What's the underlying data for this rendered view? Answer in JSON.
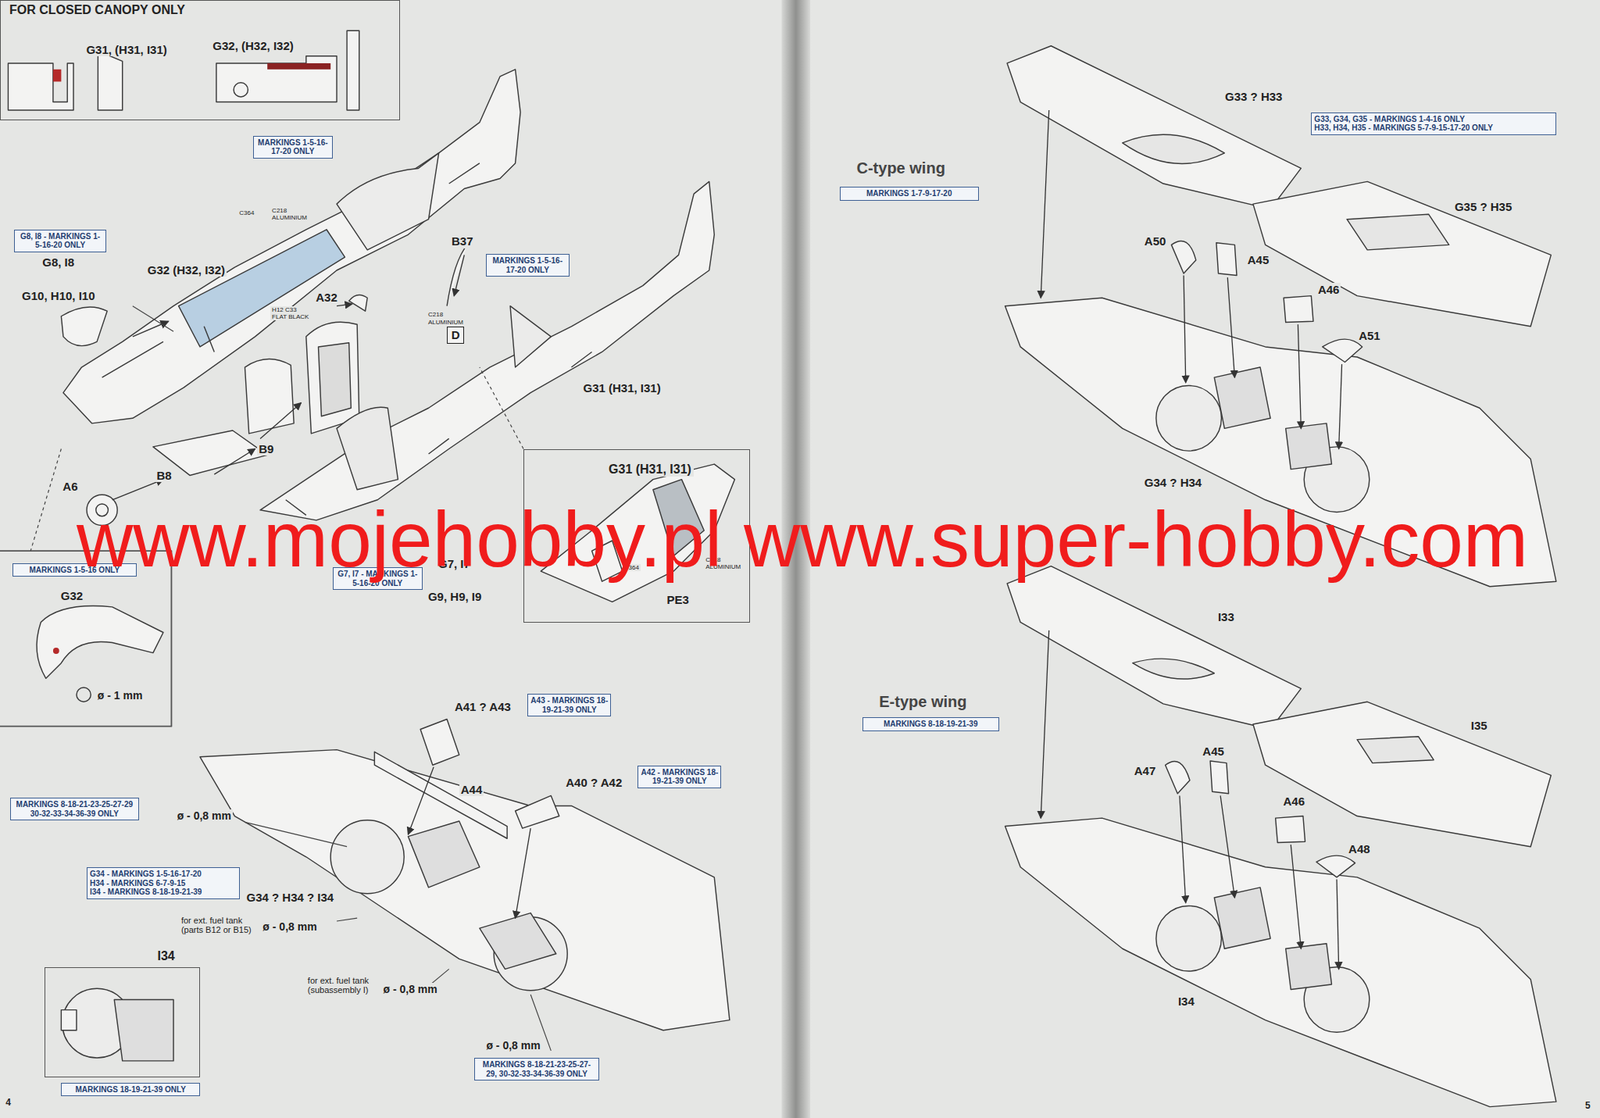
{
  "diagram": {
    "nodes": [
      {
        "text": [
          "FOR CLOSED CANOPY ONLY"
        ]
      },
      {
        "text": [
          "MARKINGS 1-5-16-17-20 ONLY"
        ]
      },
      {
        "text": [
          "G8, I8 - MARKINGS 1-5-16-20 ONLY"
        ]
      },
      {
        "text": [
          "D"
        ]
      },
      {
        "text": [
          "MARKINGS 1-5-16-17-20 ONLY"
        ]
      },
      {
        "text": [
          "G31 (H31, I31)"
        ]
      },
      {
        "text": [
          "G7, I7 - MARKINGS 1-5-16-20 ONLY"
        ]
      },
      {
        "text": [
          "MARKINGS 1-5-16 ONLY"
        ]
      },
      {
        "text": [
          "A43 - MARKINGS 18-19-21-39 ONLY"
        ]
      },
      {
        "text": [
          "A42 - MARKINGS 18-19-21-39 ONLY"
        ]
      },
      {
        "text": [
          "MARKINGS 8-18-21-23-25-27-29 30-32-33-34-36-39 ONLY"
        ]
      },
      {
        "text": [
          "G34 - MARKINGS 1-5-16-17-20",
          "H34 - MARKINGS 6-7-9-15",
          "I34 - MARKINGS 8-18-19-21-39"
        ]
      },
      {
        "text": [
          "I34"
        ]
      },
      {
        "text": [
          "MARKINGS 18-19-21-39 ONLY"
        ]
      },
      {
        "text": [
          "MARKINGS 8-18-21-23-25-27-29, 30-32-33-34-36-39 ONLY"
        ]
      },
      {
        "text": [
          "MARKINGS 1-7-9-17-20"
        ]
      },
      {
        "text": [
          "G33, G34, G35 - MARKINGS 1-4-16 ONLY",
          "H33, H34, H35 - MARKINGS 5-7-9-15-17-20 ONLY"
        ]
      },
      {
        "text": [
          "MARKINGS 8-18-19-21-39"
        ]
      }
    ],
    "labels": [
      "G31, (H31, I31)",
      "G32, (H32, I32)",
      "G8, I8",
      "G10, H10, I10",
      "G32 (H32, I32)",
      "B37",
      "A32",
      "B9",
      "B8",
      "A6",
      "G31 (H31, I31)",
      "PE3",
      "G7, I7",
      "G9, H9, I9",
      "G32",
      "ø - 1 mm",
      "A41 ? A43",
      "A44",
      "A40 ? A42",
      "ø - 0,8 mm",
      "G34 ? H34 ? I34",
      "for ext. fuel tank (parts B12 or B15)",
      "ø - 0,8 mm",
      "for ext. fuel tank (subassembly I)",
      "ø - 0,8 mm",
      "ø - 0,8 mm",
      "4",
      "H12 C33 FLAT BLACK",
      "C218 ALUMINIUM",
      "C218 ALUMINIUM",
      "C218 ALUMINIUM",
      "C364",
      "C364",
      "C-type wing",
      "G33 ? H33",
      "G35 ? H35",
      "A50",
      "A45",
      "A46",
      "A51",
      "G34 ? H34",
      "E-type wing",
      "I33",
      "I35",
      "A47",
      "A45",
      "A46",
      "A48",
      "I34",
      "5",
      "www.mojehobby.pl www.super-hobby.com"
    ]
  }
}
